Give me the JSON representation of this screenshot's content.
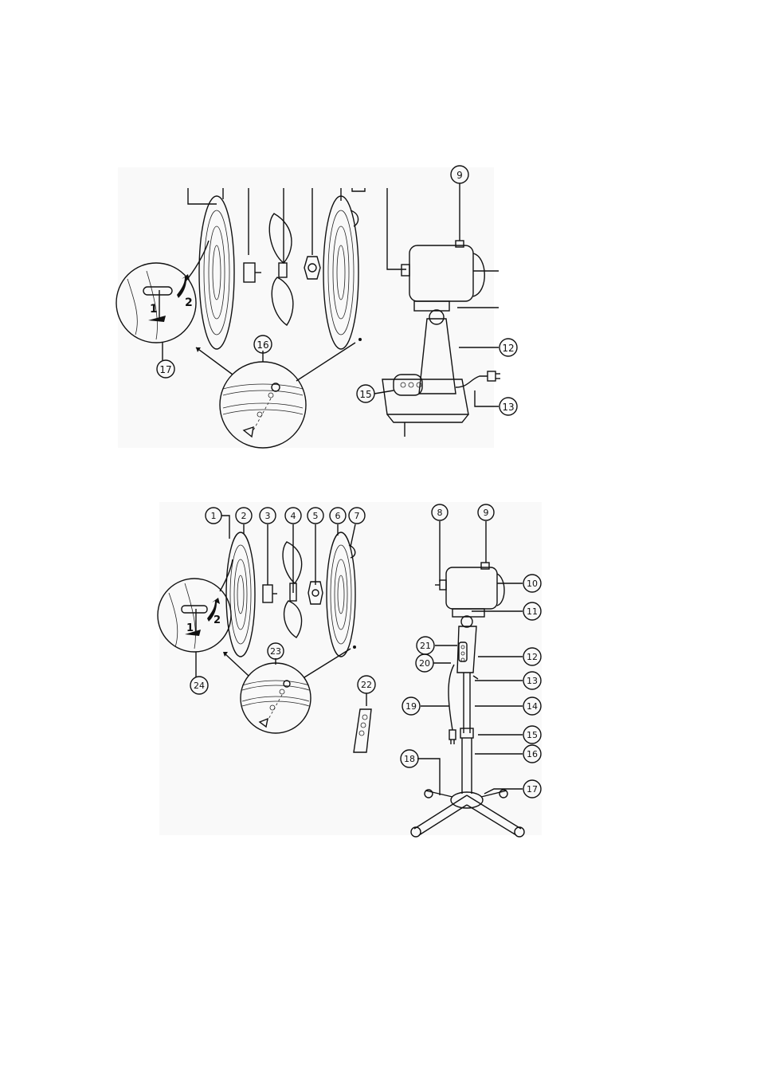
{
  "diagram_top": {
    "callouts": [
      "9",
      "12",
      "13",
      "15",
      "16",
      "17"
    ],
    "step_labels": [
      "1",
      "2"
    ]
  },
  "diagram_bottom": {
    "callouts": [
      "1",
      "2",
      "3",
      "4",
      "5",
      "6",
      "7",
      "8",
      "9",
      "10",
      "11",
      "12",
      "13",
      "14",
      "15",
      "16",
      "17",
      "18",
      "19",
      "20",
      "21",
      "22",
      "23",
      "24"
    ],
    "step_labels": [
      "1",
      "2"
    ]
  }
}
